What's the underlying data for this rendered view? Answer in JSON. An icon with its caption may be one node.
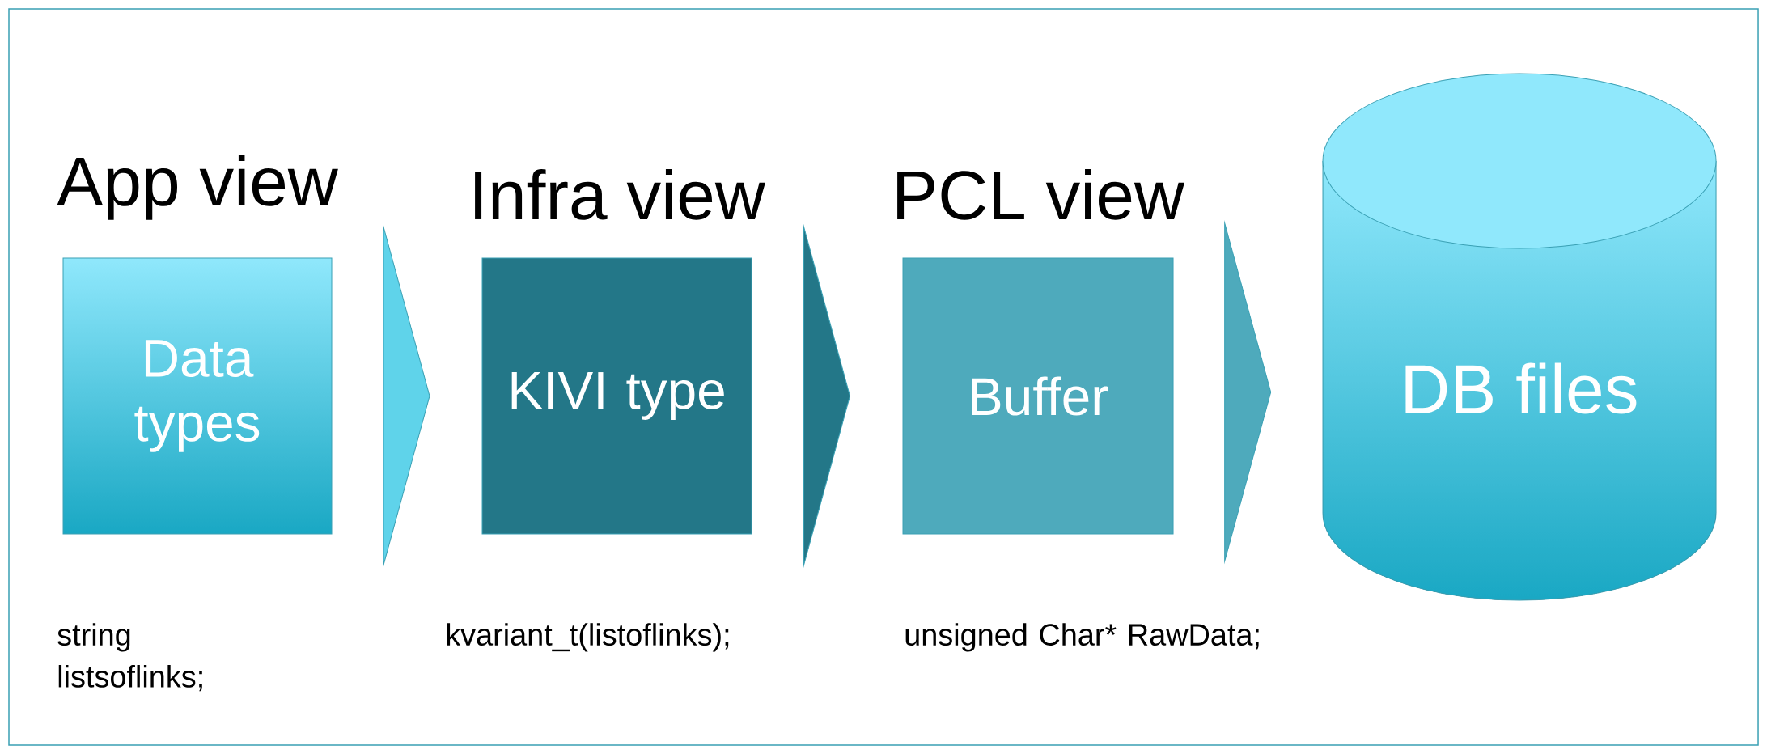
{
  "diagram": {
    "nodes": [
      {
        "text": [
          "App view",
          "Data types"
        ],
        "beside": [
          "string listsoflinks;"
        ]
      },
      {
        "text": [
          "Infra view",
          "KIVI type"
        ],
        "beside": [
          "kvariant_t(listoflinks);"
        ]
      },
      {
        "text": [
          "PCL view",
          "Buffer"
        ],
        "beside": [
          "unsigned Char* RawData;"
        ]
      },
      {
        "text": [
          "DB files"
        ]
      }
    ],
    "edges": [
      {
        "from": 0,
        "to": 1,
        "arrow": "to",
        "color": "#5fd3ea"
      },
      {
        "from": 1,
        "to": 2,
        "arrow": "to",
        "color": "#237788"
      },
      {
        "from": 2,
        "to": 3,
        "arrow": "to",
        "color": "#4eaabc"
      }
    ]
  }
}
